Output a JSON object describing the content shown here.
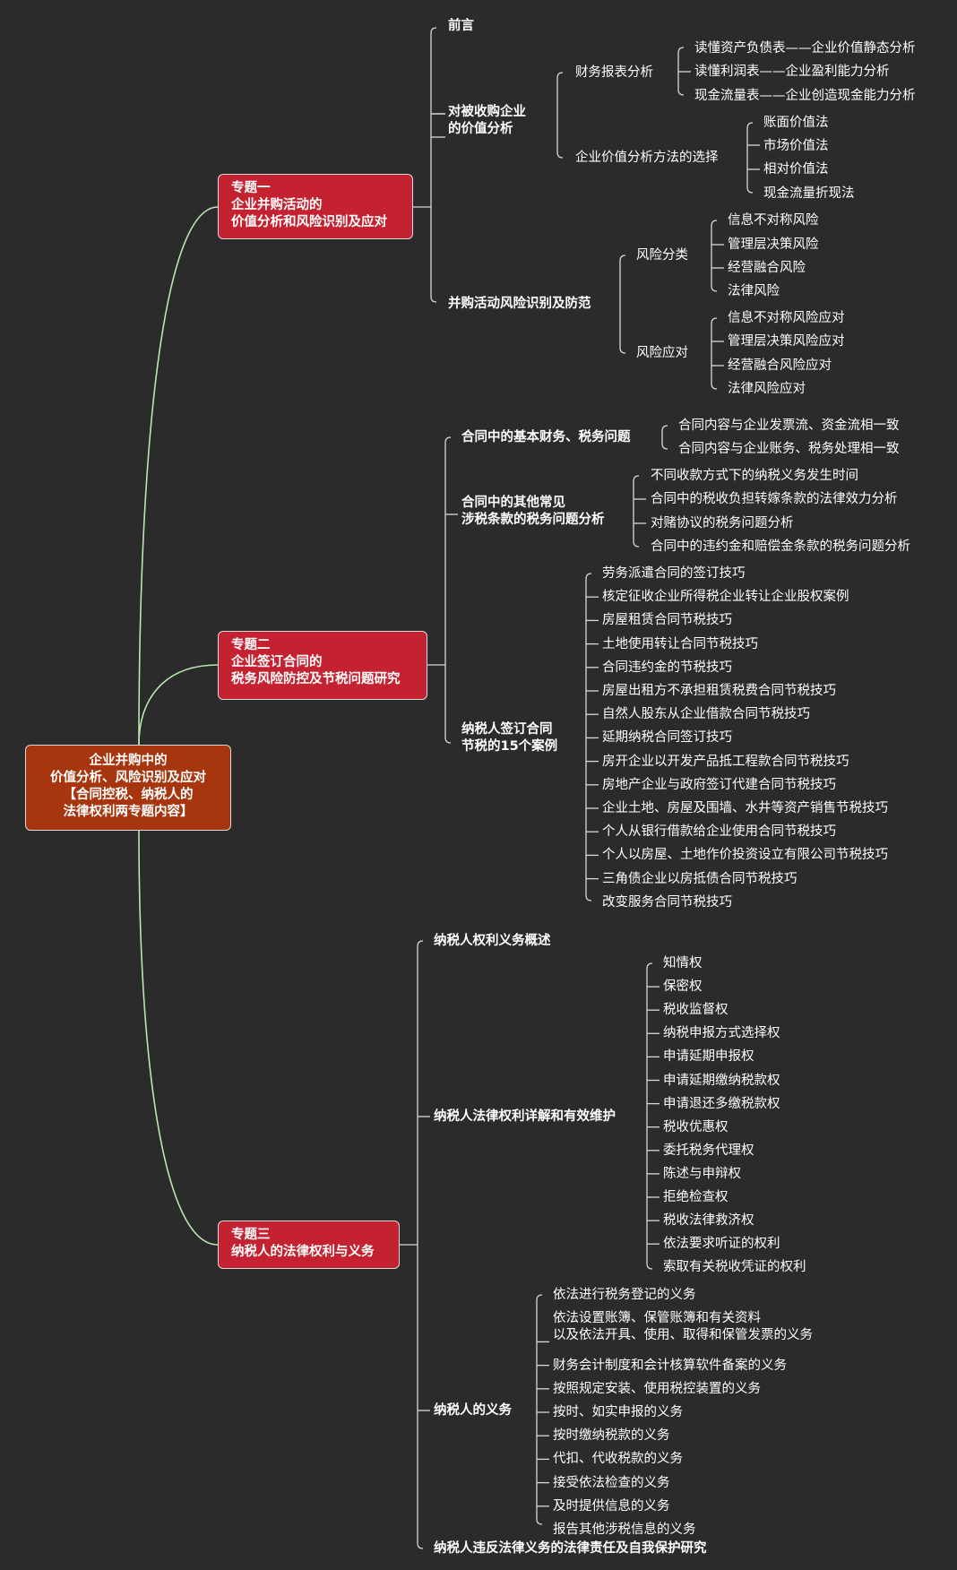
{
  "root": [
    "企业并购中的",
    "价值分析、风险识别及应对",
    "【合同控税、纳税人的",
    "法律权利两专题内容】"
  ],
  "topic1": {
    "label": [
      "专题一",
      "企业并购活动的",
      "价值分析和风险识别及应对"
    ],
    "preface": "前言",
    "value_analysis": {
      "label": [
        "对被收购企业",
        "的价值分析"
      ],
      "fin_report": {
        "label": "财务报表分析",
        "items": [
          "读懂资产负债表——企业价值静态分析",
          "读懂利润表——企业盈利能力分析",
          "现金流量表——企业创造现金能力分析"
        ]
      },
      "method": {
        "label": "企业价值分析方法的选择",
        "items": [
          "账面价值法",
          "市场价值法",
          "相对价值法",
          "现金流量折现法"
        ]
      }
    },
    "risk": {
      "label": "并购活动风险识别及防范",
      "classify": {
        "label": "风险分类",
        "items": [
          "信息不对称风险",
          "管理层决策风险",
          "经营融合风险",
          "法律风险"
        ]
      },
      "response": {
        "label": "风险应对",
        "items": [
          "信息不对称风险应对",
          "管理层决策风险应对",
          "经营融合风险应对",
          "法律风险应对"
        ]
      }
    }
  },
  "topic2": {
    "label": [
      "专题二",
      "企业签订合同的",
      "税务风险防控及节税问题研究"
    ],
    "basic": {
      "label": "合同中的基本财务、税务问题",
      "items": [
        "合同内容与企业发票流、资金流相一致",
        "合同内容与企业账务、税务处理相一致"
      ]
    },
    "other": {
      "label": [
        "合同中的其他常见",
        "涉税条款的税务问题分析"
      ],
      "items": [
        "不同收款方式下的纳税义务发生时间",
        "合同中的税收负担转嫁条款的法律效力分析",
        "对赌协议的税务问题分析",
        "合同中的违约金和赔偿金条款的税务问题分析"
      ]
    },
    "cases": {
      "label": [
        "纳税人签订合同",
        "节税的15个案例"
      ],
      "items": [
        "劳务派遣合同的签订技巧",
        "核定征收企业所得税企业转让企业股权案例",
        "房屋租赁合同节税技巧",
        "土地使用转让合同节税技巧",
        "合同违约金的节税技巧",
        "房屋出租方不承担租赁税费合同节税技巧",
        "自然人股东从企业借款合同节税技巧",
        "延期纳税合同签订技巧",
        "房开企业以开发产品抵工程款合同节税技巧",
        "房地产企业与政府签订代建合同节税技巧",
        "企业土地、房屋及围墙、水井等资产销售节税技巧",
        "个人从银行借款给企业使用合同节税技巧",
        "个人以房屋、土地作价投资设立有限公司节税技巧",
        "三角债企业以房抵债合同节税技巧",
        "改变服务合同节税技巧"
      ]
    }
  },
  "topic3": {
    "label": [
      "专题三",
      "纳税人的法律权利与义务"
    ],
    "overview": "纳税人权利义务概述",
    "rights": {
      "label": "纳税人法律权利详解和有效维护",
      "items": [
        "知情权",
        "保密权",
        "税收监督权",
        "纳税申报方式选择权",
        "申请延期申报权",
        "申请延期缴纳税款权",
        "申请退还多缴税款权",
        "税收优惠权",
        "委托税务代理权",
        "陈述与申辩权",
        "拒绝检查权",
        "税收法律救济权",
        "依法要求听证的权利",
        "索取有关税收凭证的权利"
      ]
    },
    "duties": {
      "label": "纳税人的义务",
      "items": [
        "依法进行税务登记的义务",
        [
          "依法设置账簿、保管账簿和有关资料",
          "以及依法开具、使用、取得和保管发票的义务"
        ],
        "财务会计制度和会计核算软件备案的义务",
        "按照规定安装、使用税控装置的义务",
        "按时、如实申报的义务",
        "按时缴纳税款的义务",
        "代扣、代收税款的义务",
        "接受依法检查的义务",
        "及时提供信息的义务",
        "报告其他涉税信息的义务"
      ]
    },
    "liability": "纳税人违反法律义务的法律责任及自我保护研究"
  },
  "colors": {
    "background": "#2b2b2b",
    "root": "#a7360f",
    "topic": "#c52231",
    "main_branch": "#b9e8b0",
    "line": "#d8d8d8"
  }
}
